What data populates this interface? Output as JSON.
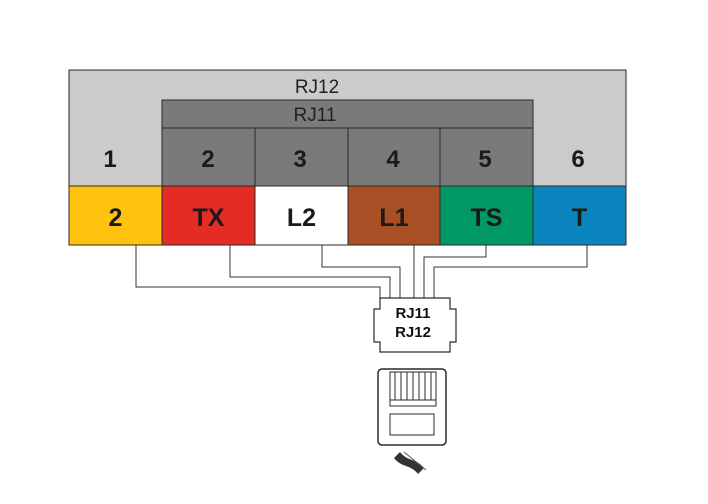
{
  "header": {
    "outer_label": "RJ12",
    "inner_label": "RJ11"
  },
  "pins": [
    "1",
    "2",
    "3",
    "4",
    "5",
    "6"
  ],
  "wires": [
    {
      "code": "2",
      "color": "#ffc20e",
      "text_color": "#1a1a1a"
    },
    {
      "code": "TX",
      "color": "#e42b24",
      "text_color": "#1a1a1a"
    },
    {
      "code": "L2",
      "color": "#ffffff",
      "text_color": "#1a1a1a"
    },
    {
      "code": "L1",
      "color": "#a84f25",
      "text_color": "#1a1a1a"
    },
    {
      "code": "TS",
      "color": "#009966",
      "text_color": "#1a1a1a"
    },
    {
      "code": "T",
      "color": "#0a85bd",
      "text_color": "#1a1a1a"
    }
  ],
  "connector": {
    "line1": "RJ11",
    "line2": "RJ12"
  },
  "colors": {
    "outer_panel": "#cbcbcb",
    "inner_panel": "#7a7a7a",
    "border": "#2a2a2a"
  }
}
